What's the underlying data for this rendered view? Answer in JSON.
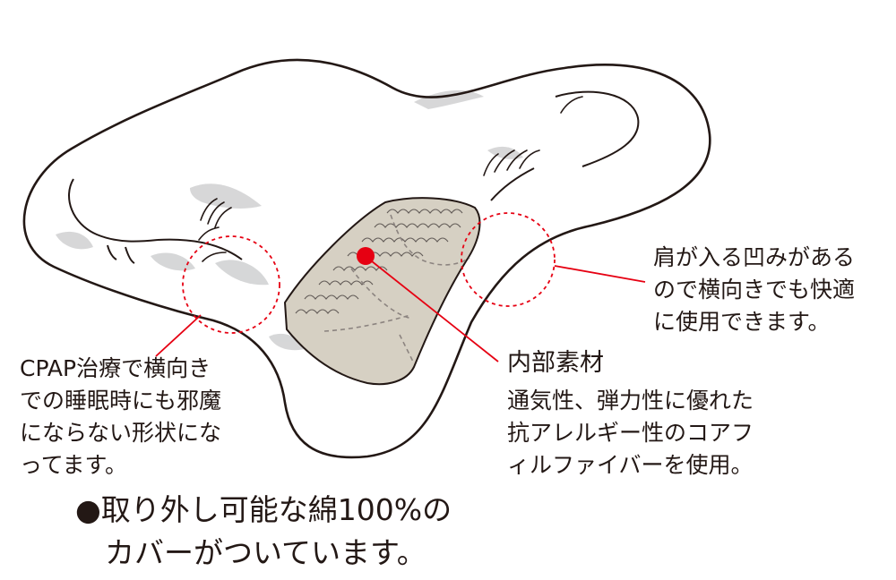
{
  "callouts": {
    "shoulder": {
      "lines": [
        "肩が入る凹みがある",
        "ので横向きでも快適",
        "に使用できます。"
      ]
    },
    "cpap": {
      "lines": [
        "CPAP治療で横向き",
        "での睡眠時にも邪魔",
        "にならない形状にな",
        "ってます。"
      ]
    },
    "material": {
      "title": "内部素材",
      "lines": [
        "通気性、弾力性に優れた",
        "抗アレルギー性のコアフ",
        "ィルファイバーを使用。"
      ]
    }
  },
  "footer": {
    "bullet": "●",
    "lines": [
      "取り外し可能な綿100%の",
      "カバーがついています。"
    ]
  },
  "colors": {
    "accent": "#e60012",
    "outline": "#231815",
    "core_fill": "#d6d0c3",
    "shade": "#c9cacb"
  }
}
